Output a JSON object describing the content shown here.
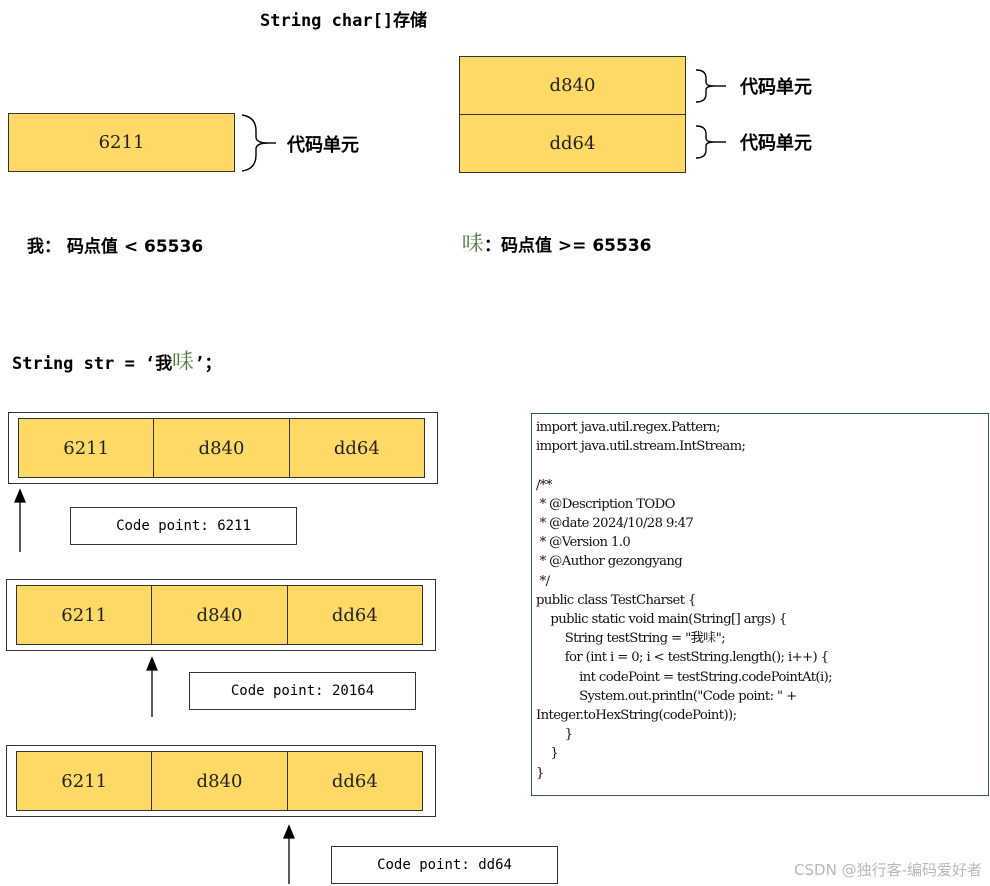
{
  "title": "String char[]存储",
  "unit_label": "代码单元",
  "top_left": {
    "value": "6211"
  },
  "top_right": {
    "values": [
      "d840",
      "dd64"
    ]
  },
  "note_left": "我： 码点值 < 65536",
  "note_right": {
    "char": "𠱤",
    "rest": "：码点值 >= 65536"
  },
  "string_decl": {
    "prefix": "String str =  ‘我",
    "char": "𠱤",
    "suffix": "’；"
  },
  "rows": [
    {
      "cells": [
        "6211",
        "d840",
        "dd64"
      ],
      "code_point": "Code point: 6211"
    },
    {
      "cells": [
        "6211",
        "d840",
        "dd64"
      ],
      "code_point": "Code point: 20164"
    },
    {
      "cells": [
        "6211",
        "d840",
        "dd64"
      ],
      "code_point": "Code point: dd64"
    }
  ],
  "code": "import java.util.regex.Pattern;\nimport java.util.stream.IntStream;\n\n/**\n * @Description TODO\n * @date 2024/10/28 9:47\n * @Version 1.0\n * @Author gezongyang\n */\npublic class TestCharset {\n    public static void main(String[] args) {\n        String testString = \"我𠱤\";\n        for (int i = 0; i < testString.length(); i++) {\n            int codePoint = testString.codePointAt(i);\n            System.out.println(\"Code point: \" +\nInteger.toHexString(codePoint));\n        }\n    }\n}",
  "watermark": "CSDN @独行客-编码爱好者"
}
